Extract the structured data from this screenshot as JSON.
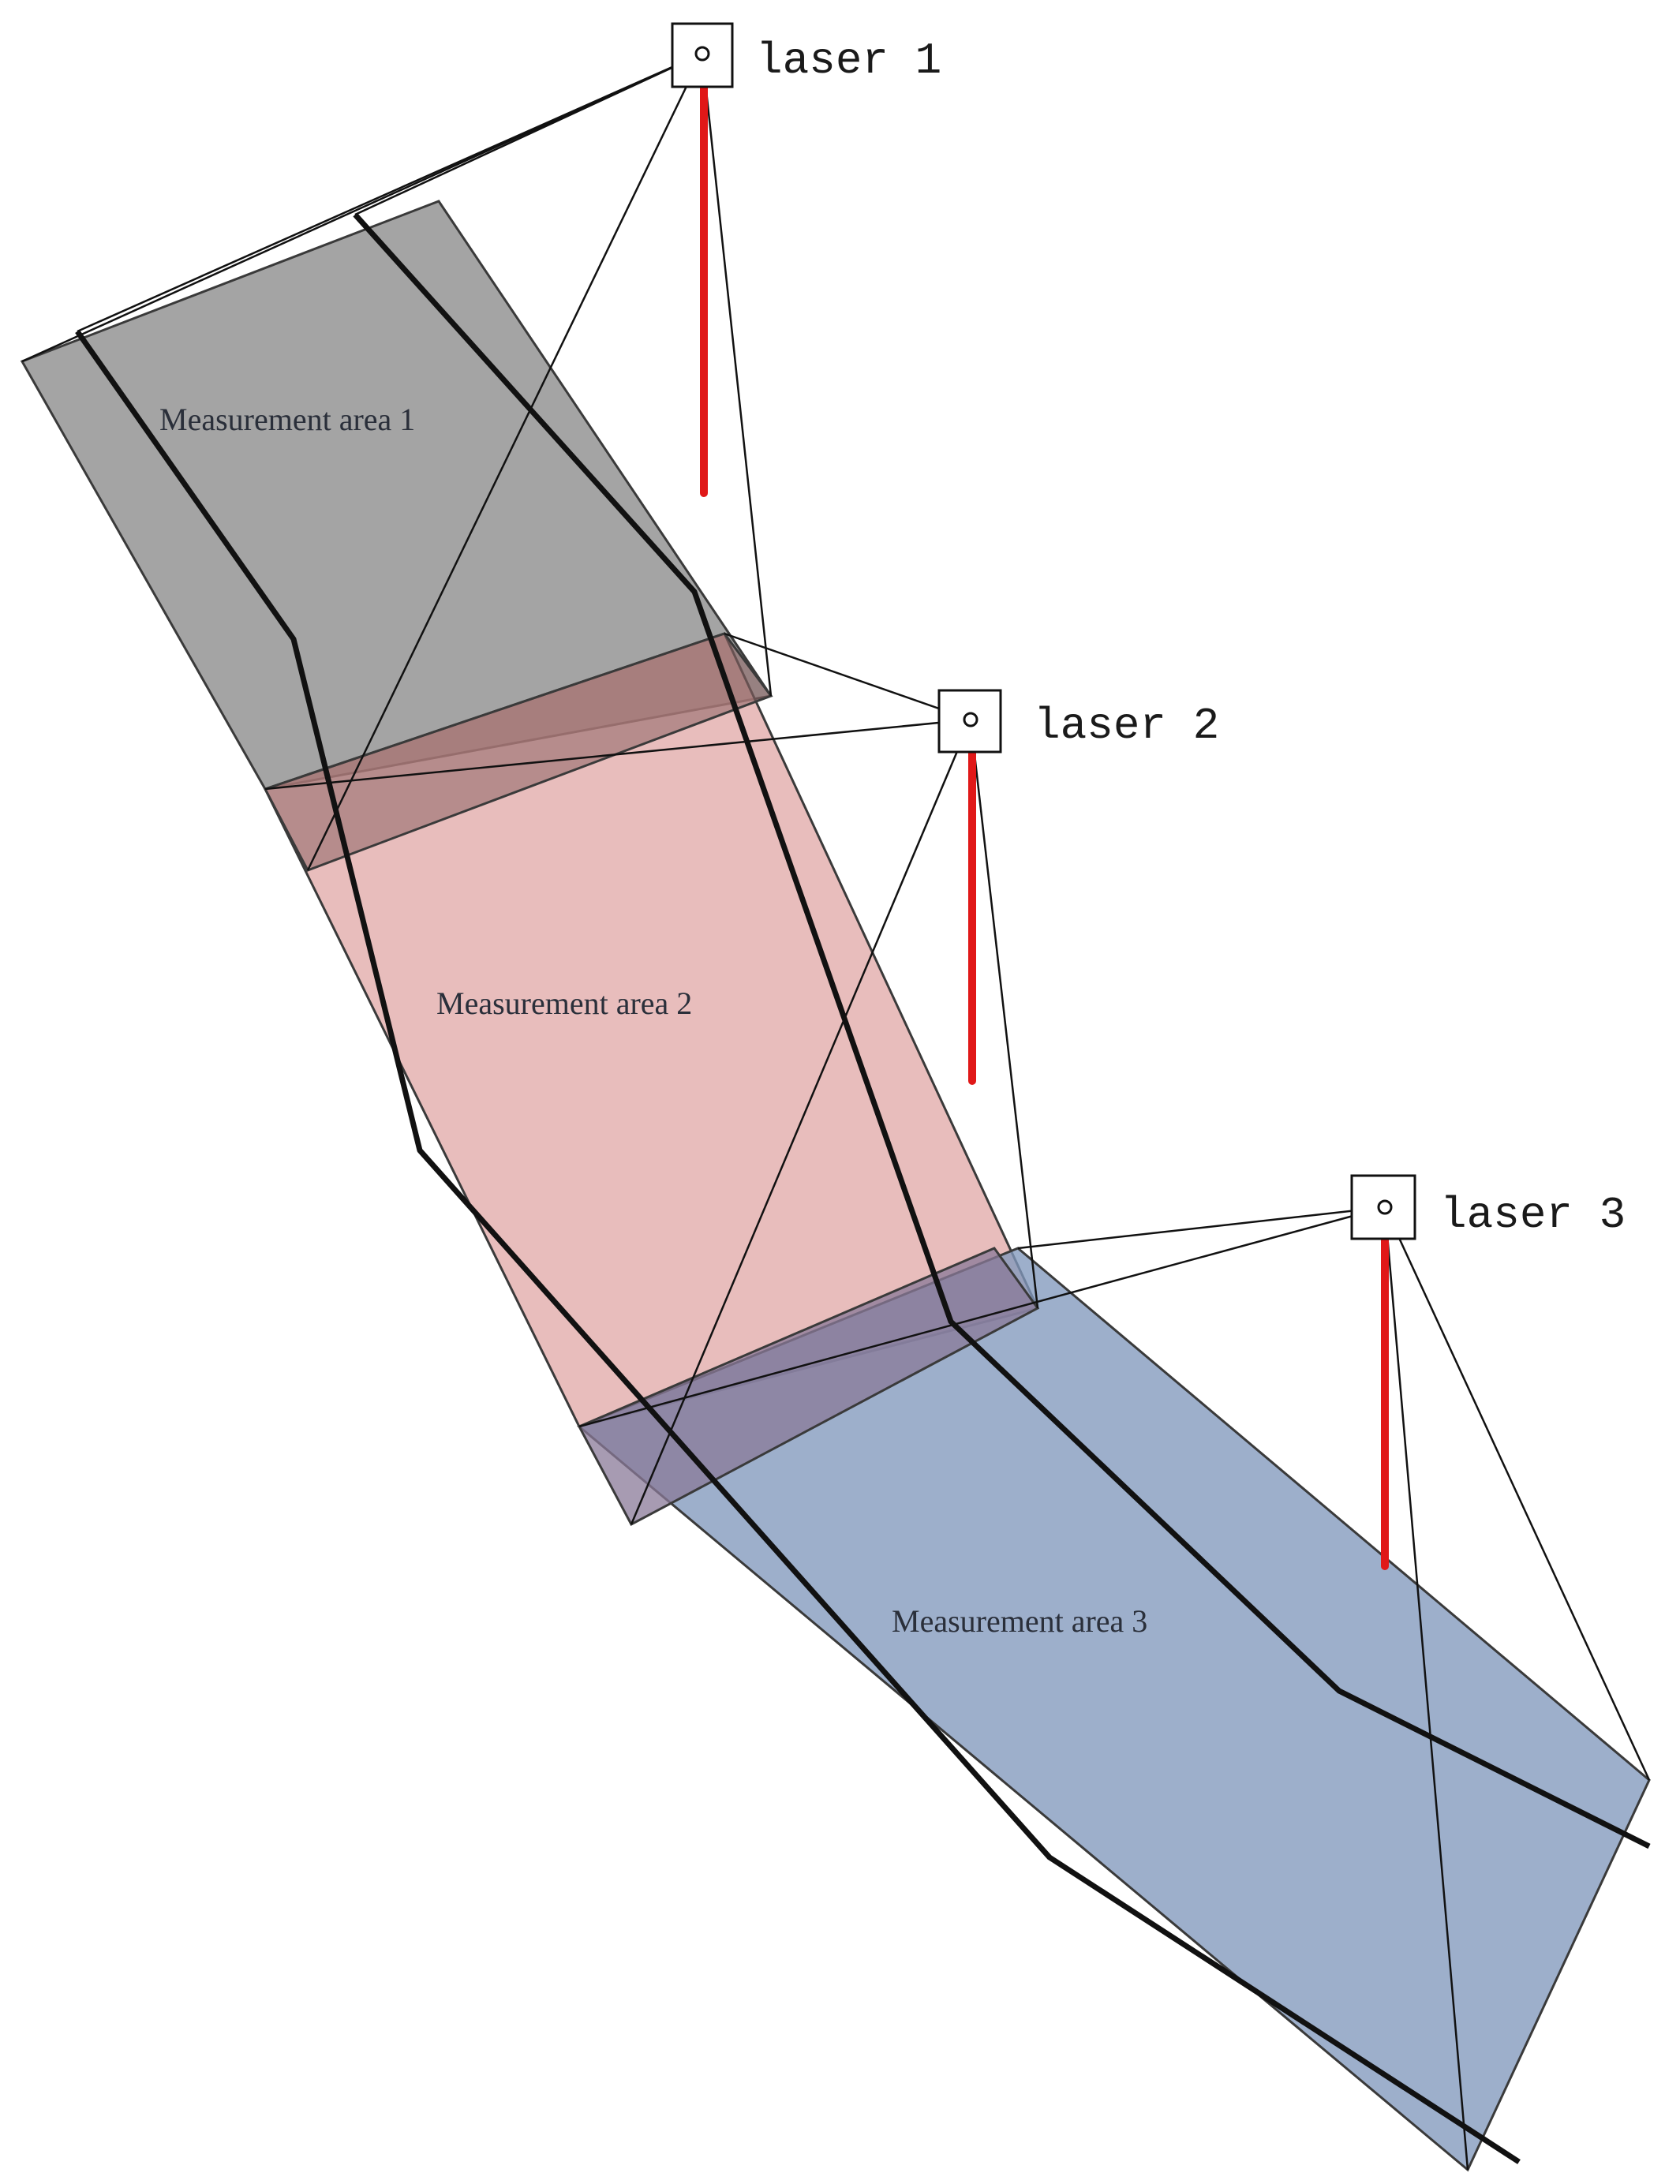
{
  "areas": [
    {
      "label": "Measurement area 1",
      "color": "#8a8a8a"
    },
    {
      "label": "Measurement area 2",
      "color": "#dc9a98"
    },
    {
      "label": "Measurement area 3",
      "color": "#8298bd"
    }
  ],
  "lasers": [
    {
      "label": "laser 1",
      "beam_color": "#e01818"
    },
    {
      "label": "laser 2",
      "beam_color": "#e01818"
    },
    {
      "label": "laser 3",
      "beam_color": "#e01818"
    }
  ]
}
